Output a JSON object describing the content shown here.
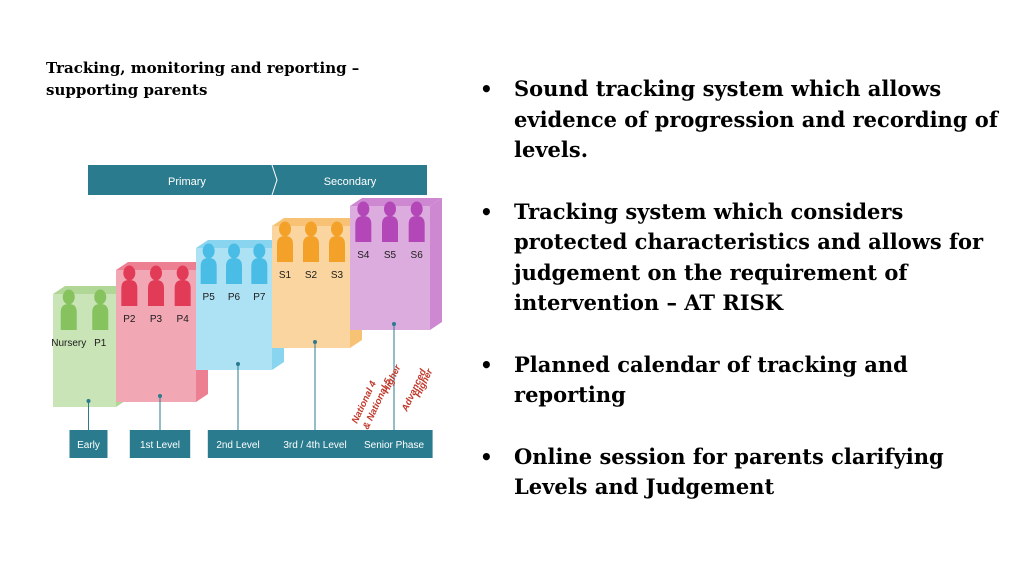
{
  "slide": {
    "title": "Tracking, monitoring and reporting – supporting parents",
    "bullets": [
      "Sound tracking system which allows evidence of progression and recording of levels.",
      "Tracking system which considers protected characteristics and allows for judgement on the requirement of intervention – AT RISK",
      "Planned calendar of tracking and reporting",
      "Online session for parents clarifying Levels and Judgement"
    ],
    "bullet_symbol": "•"
  },
  "diagram": {
    "phases": [
      "Primary",
      "Secondary"
    ],
    "stages": [
      {
        "color": "#86c25e",
        "label_color": "#3c6e1e",
        "years": [
          "Nursery",
          "P1"
        ],
        "level": "Early"
      },
      {
        "color": "#e23b58",
        "label_color": "#8c1b2e",
        "years": [
          "P2",
          "P3",
          "P4"
        ],
        "level": "1st Level"
      },
      {
        "color": "#49bde6",
        "label_color": "#1b6f8f",
        "years": [
          "P5",
          "P6",
          "P7"
        ],
        "level": "2nd Level"
      },
      {
        "color": "#f4a12a",
        "label_color": "#9a5e0f",
        "years": [
          "S1",
          "S2",
          "S3"
        ],
        "level": "3rd / 4th Level"
      },
      {
        "color": "#b347b8",
        "label_color": "#6e1f74",
        "years": [
          "S4",
          "S5",
          "S6"
        ],
        "level": "Senior Phase"
      }
    ],
    "qualifications": [
      {
        "text": "National 4",
        "color": "#c0392b"
      },
      {
        "text": "& National 5",
        "color": "#c0392b"
      },
      {
        "text": "Higher",
        "color": "#c0392b"
      },
      {
        "text": "Advanced",
        "color": "#c0392b"
      },
      {
        "text": "Higher",
        "color": "#c0392b"
      }
    ],
    "colors": {
      "phase_bar": "#2a7b8e",
      "level_box": "#2a7b8e"
    }
  }
}
